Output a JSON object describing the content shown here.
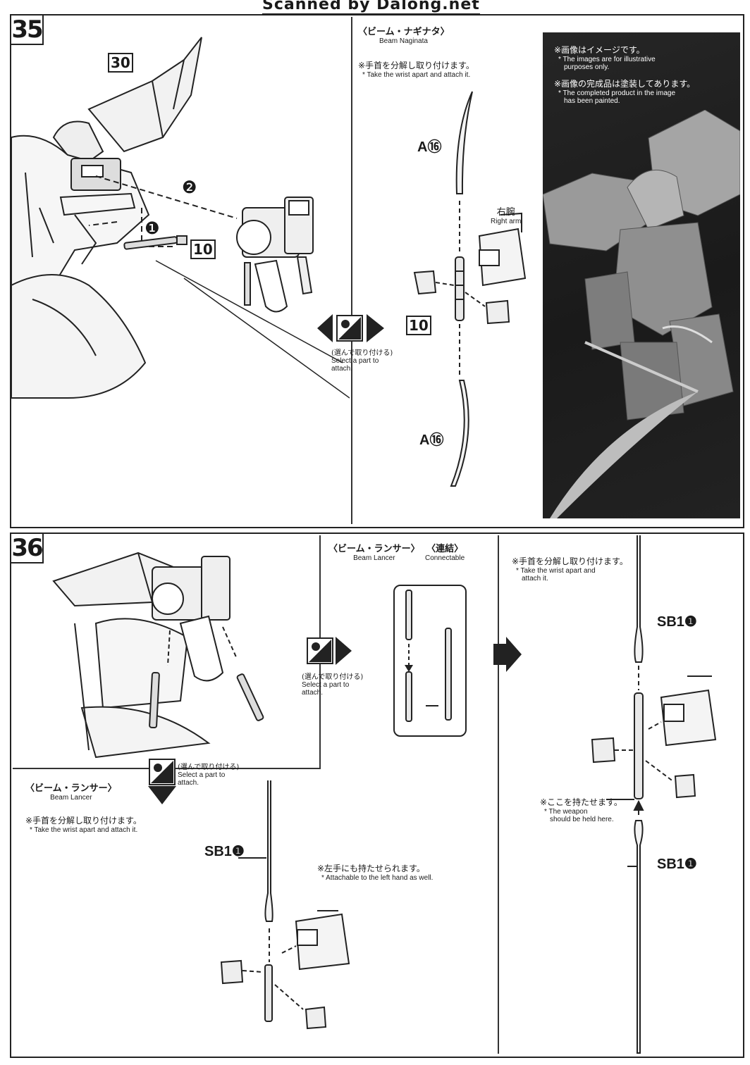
{
  "header": {
    "watermark": "Scanned by Dalong.net"
  },
  "step35": {
    "number": "35",
    "part_30": "30",
    "part_10a": "10",
    "arrow_1": "❶",
    "arrow_2": "❷",
    "naginata": {
      "title_jp": "〈ビーム・ナギナタ〉",
      "title_en": "Beam Naginata",
      "note_jp": "※手首を分解し取り付けます。",
      "note_en": "* Take the wrist apart and attach it.",
      "blade_top_label": "A⑯",
      "blade_bottom_label": "A⑯",
      "part_10b": "10",
      "right_arm_jp": "右腕",
      "right_arm_en": "Right arm"
    },
    "select": {
      "jp": "(選んで取り付ける)",
      "en_1": "Select a part to",
      "en_2": "attach."
    },
    "photo_notes": {
      "n1_jp": "※画像はイメージです。",
      "n1_en_1": "* The images are for illustrative",
      "n1_en_2": "purposes only.",
      "n2_jp": "※画像の完成品は塗装してあります。",
      "n2_en_1": "* The completed product in the image",
      "n2_en_2": "has been painted."
    }
  },
  "step36": {
    "number": "36",
    "lancer_top": {
      "title_jp": "〈ビーム・ランサー〉",
      "title_en": "Beam Lancer"
    },
    "connect": {
      "title_jp": "〈連結〉",
      "title_en": "Connectable"
    },
    "select_a": {
      "jp": "(選んで取り付ける)",
      "en_1": "Select a part to",
      "en_2": "attach."
    },
    "select_b": {
      "jp": "(選んで取り付ける)",
      "en_1": "Select a part to",
      "en_2": "attach."
    },
    "lancer_left": {
      "title_jp": "〈ビーム・ランサー〉",
      "title_en": "Beam Lancer",
      "note_jp": "※手首を分解し取り付けます。",
      "note_en": "* Take the wrist apart and attach it.",
      "part_label": "SB1❶",
      "left_hand_jp": "※左手にも持たせられます。",
      "left_hand_en": "* Attachable to the left hand as well."
    },
    "right": {
      "note_jp": "※手首を分解し取り付けます。",
      "note_en_1": "* Take the wrist apart and",
      "note_en_2": "attach it.",
      "top_label": "SB1❶",
      "bottom_label": "SB1❶",
      "hold_jp": "※ここを持たせます。",
      "hold_en_1": "* The weapon",
      "hold_en_2": "should be held here."
    }
  }
}
